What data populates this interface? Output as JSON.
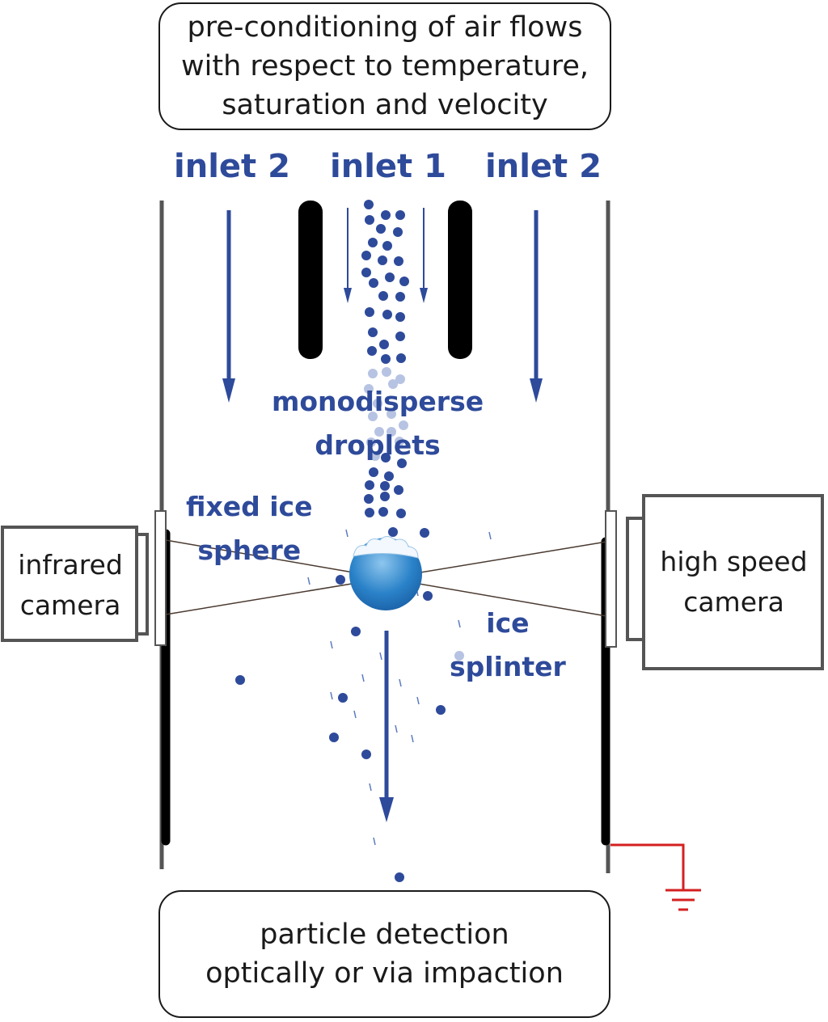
{
  "top_box": {
    "line1": "pre-conditioning of air flows",
    "line2": "with respect to temperature,",
    "line3": "saturation and velocity"
  },
  "bottom_box": {
    "line1": "particle detection",
    "line2": "optically or via impaction"
  },
  "inlets": {
    "left": "inlet 2",
    "center": "inlet 1",
    "right": "inlet 2"
  },
  "labels": {
    "droplets_line1": "monodisperse",
    "droplets_line2": "droplets",
    "sphere_line1": "fixed ice",
    "sphere_line2": "sphere",
    "splinter_line1": "ice",
    "splinter_line2": "splinter"
  },
  "cameras": {
    "left_line1": "infrared",
    "left_line2": "camera",
    "right_line1": "high speed",
    "right_line2": "camera"
  },
  "colors": {
    "accent_blue": "#2e4a9a",
    "sphere_blue": "#2a82c8",
    "ground_red": "#d42020"
  }
}
